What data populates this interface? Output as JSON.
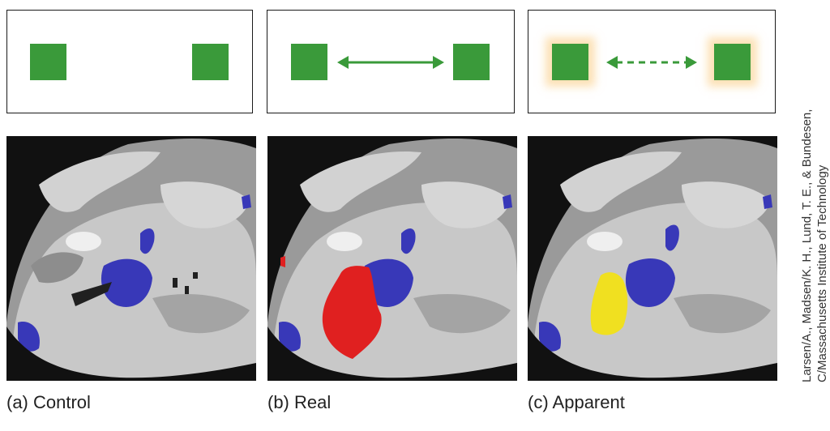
{
  "panels": [
    {
      "caption": "(a) Control",
      "arrow": "none",
      "activation_color": "",
      "glow": false
    },
    {
      "caption": "(b) Real",
      "arrow": "solid",
      "activation_color": "#e02020",
      "glow": false
    },
    {
      "caption": "(c) Apparent",
      "arrow": "dashed",
      "activation_color": "#f0e020",
      "glow": true
    }
  ],
  "credit": {
    "line1": "Larsen/A., Madsen/K. H., Lund, T. E., & Bundesen,",
    "line2": "C/Massachusetts Institute of Technology"
  },
  "colors": {
    "square": "#3a9a3a",
    "arrow": "#3a9a3a",
    "mt_region": "#3838b8",
    "real_activation": "#e02020",
    "apparent_activation": "#f0e020",
    "glow": "#f7c98a"
  }
}
